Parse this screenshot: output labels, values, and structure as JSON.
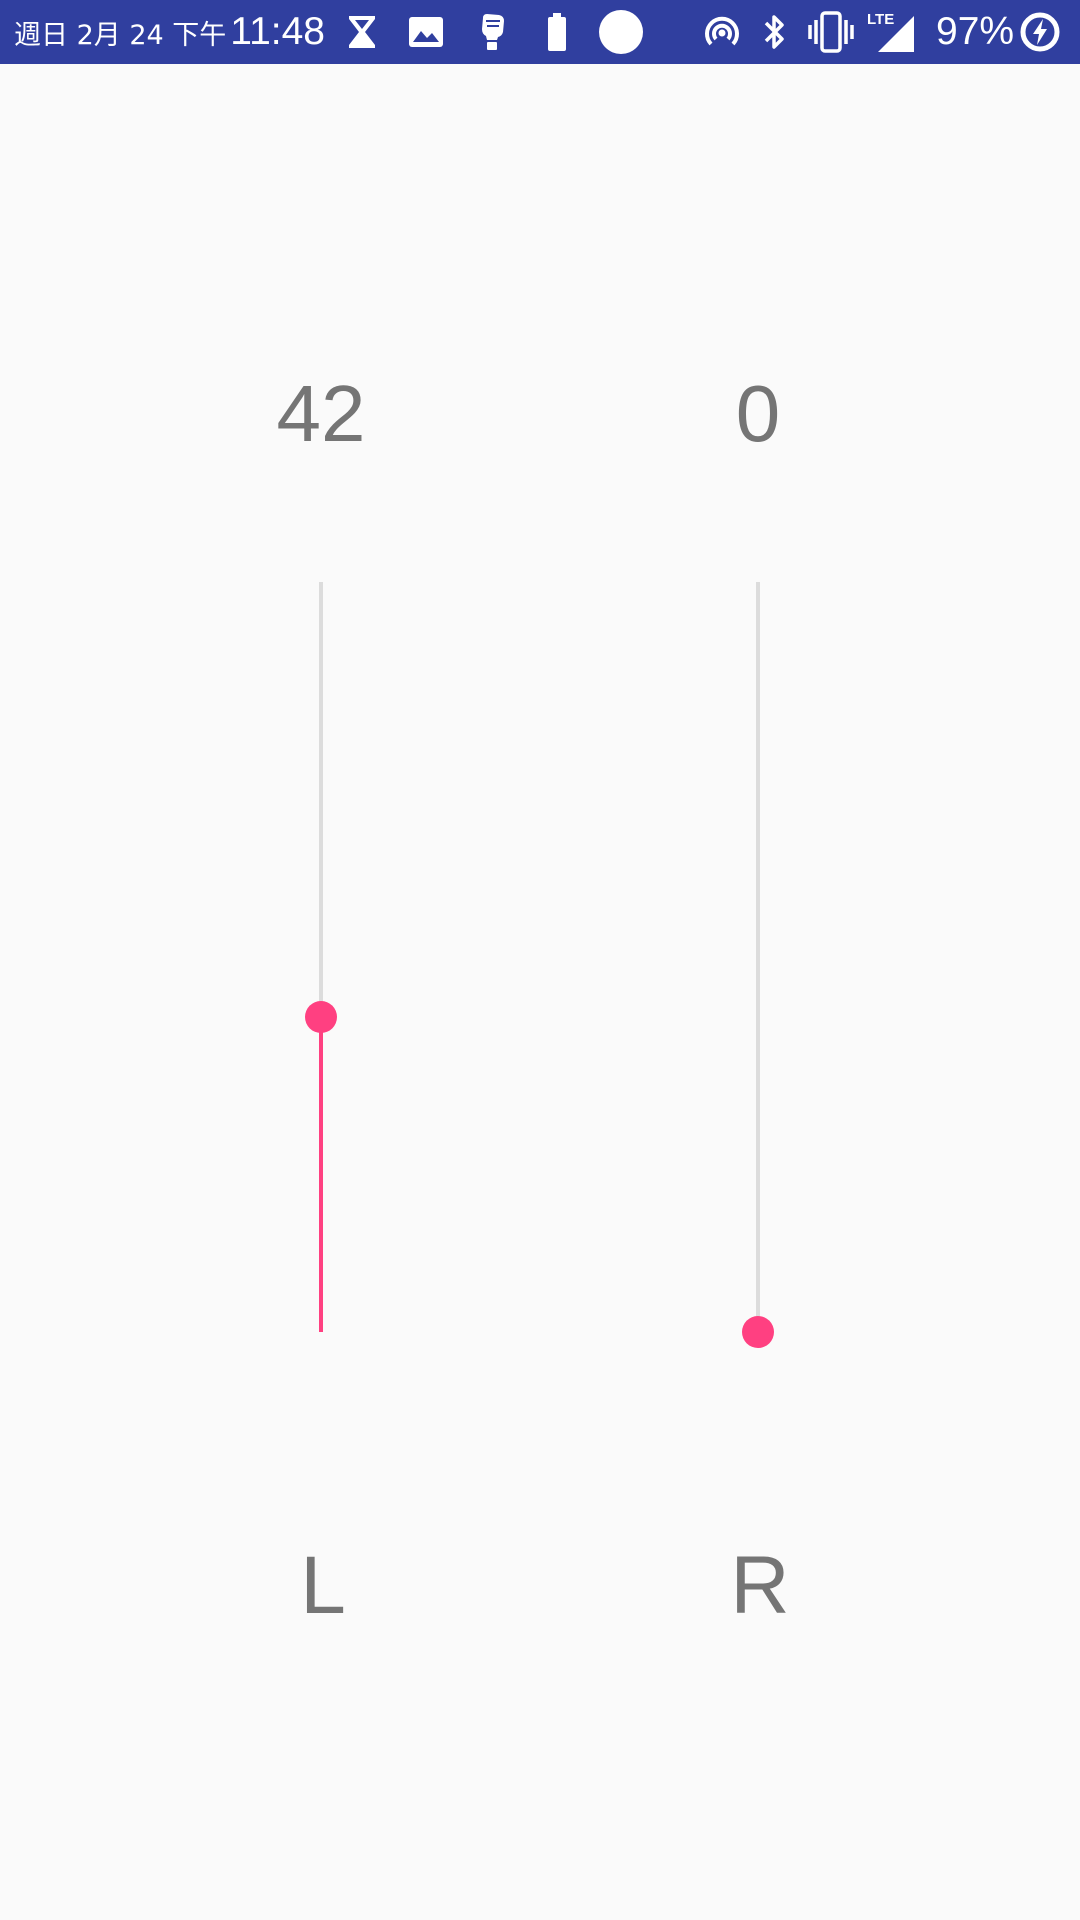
{
  "status_bar": {
    "date": "週日 2月 24 下午",
    "time": "11:48",
    "battery_percent": "97%",
    "icons": [
      "hourglass-icon",
      "image-icon",
      "fist-icon",
      "battery-small-icon",
      "circle-icon",
      "hotspot-icon",
      "bluetooth-icon",
      "vibrate-icon",
      "lte-signal-icon",
      "battery-charging-icon"
    ]
  },
  "sliders": [
    {
      "value_label": "42",
      "channel_label": "L",
      "level_percent": 42
    },
    {
      "value_label": "0",
      "channel_label": "R",
      "level_percent": 0
    }
  ],
  "colors": {
    "status_bar": "#303f9f",
    "accent": "#ff4081",
    "track": "#dcdcdc",
    "text": "#757575",
    "background": "#fafafa"
  }
}
